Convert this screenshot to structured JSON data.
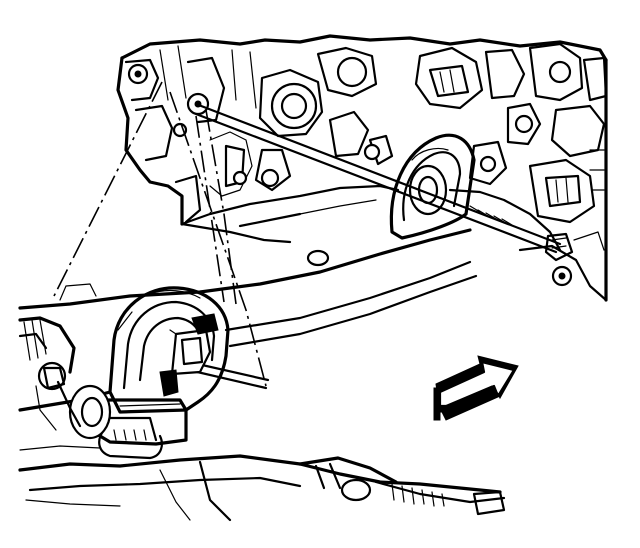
{
  "diagram": {
    "kind": "exploded-view line drawing",
    "labels": [],
    "icons": [
      "engine-block",
      "transmission-mount",
      "crossmember",
      "mount-bolt",
      "direction-arrow"
    ]
  }
}
